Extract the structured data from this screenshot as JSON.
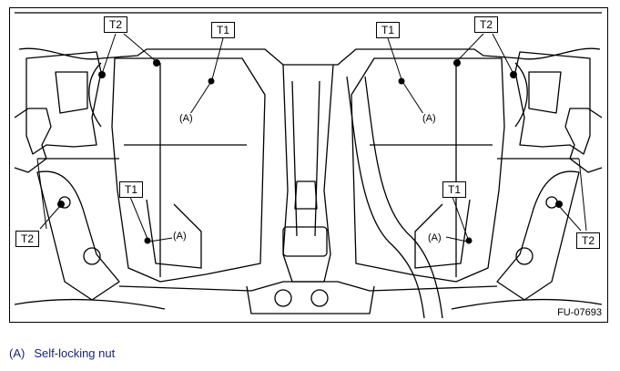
{
  "figure": {
    "code": "FU-07693",
    "callouts": {
      "t2_top_left": "T2",
      "t1_top_left": "T1",
      "t1_top_right": "T1",
      "t2_top_right": "T2",
      "t1_mid_left": "T1",
      "t1_mid_right": "T1",
      "t2_bottom_left": "T2",
      "t2_bottom_right": "T2"
    },
    "part_labels": {
      "a_upper_left": "(A)",
      "a_lower_left": "(A)",
      "a_upper_right": "(A)",
      "a_lower_right": "(A)"
    }
  },
  "legend": {
    "symbol": "(A)",
    "text": "Self-locking nut"
  }
}
